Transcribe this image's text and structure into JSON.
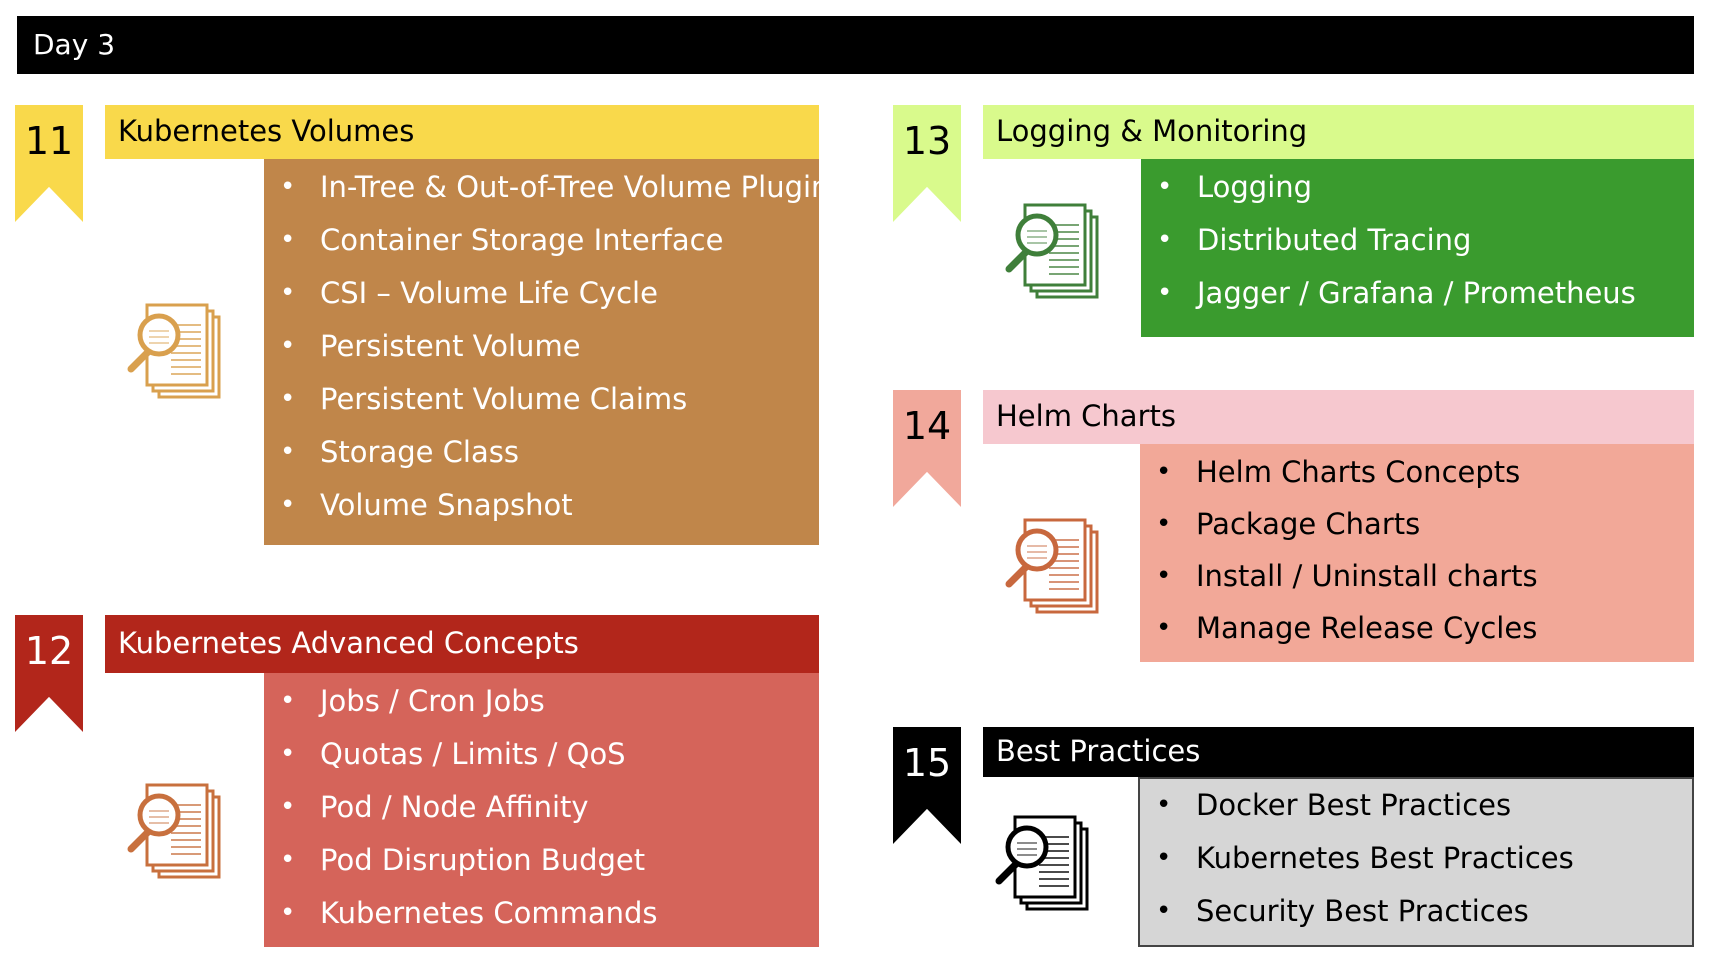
{
  "day": {
    "title": "Day 3"
  },
  "modules": {
    "m11": {
      "number": "11",
      "title": "Kubernetes Volumes",
      "items": [
        "In-Tree & Out-of-Tree Volume Plugins",
        "Container Storage Interface",
        "CSI – Volume Life Cycle",
        "Persistent Volume",
        "Persistent Volume Claims",
        "Storage Class",
        "Volume Snapshot"
      ],
      "colors": {
        "ribbon": "#F9D94B",
        "title_bg": "#F9D94B",
        "title_text": "#000000",
        "list_bg": "#C0864A",
        "list_text": "#ffffff",
        "icon": "#D9A04E"
      }
    },
    "m12": {
      "number": "12",
      "title": "Kubernetes Advanced Concepts",
      "items": [
        "Jobs / Cron Jobs",
        "Quotas / Limits / QoS",
        "Pod  / Node Affinity",
        "Pod Disruption Budget",
        "Kubernetes Commands"
      ],
      "colors": {
        "ribbon": "#B2261B",
        "title_bg": "#B2261B",
        "title_text": "#ffffff",
        "list_bg": "#D5645A",
        "list_text": "#ffffff",
        "icon": "#C8703E"
      }
    },
    "m13": {
      "number": "13",
      "title": "Logging & Monitoring",
      "items": [
        "Logging",
        "Distributed Tracing",
        "Jagger / Grafana /  Prometheus"
      ],
      "colors": {
        "ribbon": "#D9FA8C",
        "title_bg": "#D9FA8C",
        "title_text": "#000000",
        "list_bg": "#3A9B2E",
        "list_text": "#ffffff",
        "icon": "#3F7F3A"
      }
    },
    "m14": {
      "number": "14",
      "title": "Helm Charts",
      "items": [
        "Helm Charts Concepts",
        "Package Charts",
        "Install / Uninstall charts",
        "Manage Release Cycles"
      ],
      "colors": {
        "ribbon": "#F1A89B",
        "title_bg": "#F6C8CF",
        "title_text": "#000000",
        "list_bg": "#F2A898",
        "list_text": "#000000",
        "icon": "#C8683E"
      }
    },
    "m15": {
      "number": "15",
      "title": "Best Practices",
      "items": [
        "Docker Best Practices",
        "Kubernetes Best Practices",
        "Security Best Practices"
      ],
      "colors": {
        "ribbon": "#000000",
        "title_bg": "#000000",
        "title_text": "#ffffff",
        "list_bg": "#D6D6D6",
        "list_text": "#000000",
        "icon": "#000000"
      }
    }
  },
  "icon_name": "curriculum-document-magnifier-icon"
}
